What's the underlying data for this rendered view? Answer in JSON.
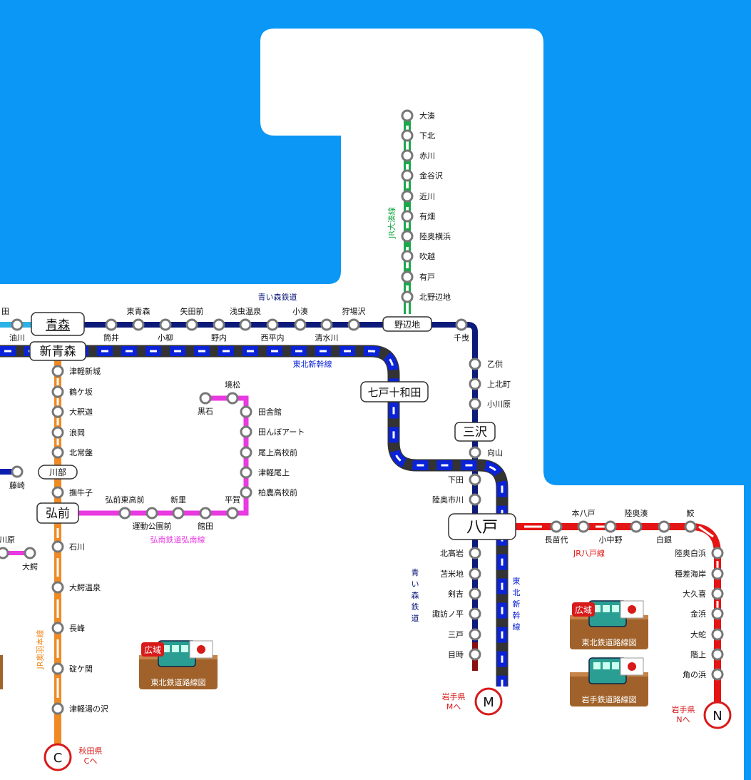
{
  "lines": {
    "ominato": {
      "name": "JR大湊線",
      "color": "#1aa84a"
    },
    "aoimori": {
      "name": "青い森鉄道",
      "name_vertical": "青い森鉄道",
      "color": "#0c1a7a"
    },
    "shinkansen": {
      "name": "東北新幹線",
      "name_vertical": "東北新幹線",
      "color": "#0a22d8"
    },
    "ou": {
      "name": "JR奥羽本線",
      "color": "#f08a24"
    },
    "konan": {
      "name": "弘南鉄道弘南線",
      "color": "#e83ae0"
    },
    "hachinohe": {
      "name": "JR八戸線",
      "color": "#e51414"
    },
    "tsugaru": {
      "color": "#29b3e8"
    },
    "gonou": {
      "color": "#0b1fae"
    }
  },
  "major_stations": {
    "aomori": "青森",
    "shin_aomori": "新青森",
    "hirosaki": "弘前",
    "kawabe": "川部",
    "noheji": "野辺地",
    "towada": "七戸十和田",
    "misawa": "三沢",
    "hachinohe": "八戸"
  },
  "stations": {
    "ominato": [
      "大湊",
      "下北",
      "赤川",
      "金谷沢",
      "近川",
      "有畑",
      "陸奥横浜",
      "吹越",
      "有戸",
      "北野辺地"
    ],
    "aoimori_top": [
      "東青森",
      "矢田前",
      "浅虫温泉",
      "小湊",
      "狩場沢"
    ],
    "aoimori_bottom": [
      "油川",
      "筒井",
      "小柳",
      "野内",
      "西平内",
      "清水川",
      "千曳"
    ],
    "aoimori_south": [
      "乙供",
      "上北町",
      "小川原",
      "向山",
      "下田",
      "陸奥市川"
    ],
    "aoimori_after": [
      "北高岩",
      "苫米地",
      "剣吉",
      "諏訪ノ平",
      "三戸",
      "目時"
    ],
    "ou": [
      "津軽新城",
      "鶴ケ坂",
      "大釈迦",
      "浪岡",
      "北常盤",
      "撫牛子",
      "石川",
      "大鰐温泉",
      "長峰",
      "碇ケ関",
      "津軽湯の沢"
    ],
    "konan_top": [
      "黒石",
      "境松"
    ],
    "konan_right": [
      "田舎館",
      "田んぼアート",
      "尾上高校前",
      "津軽尾上",
      "柏農高校前"
    ],
    "konan_bottom_top": [
      "弘前東高前",
      "新里",
      "平賀"
    ],
    "konan_bottom_bottom": [
      "運動公園前",
      "館田"
    ],
    "hachinohe_top": [
      "本八戸",
      "陸奥湊",
      "鮫"
    ],
    "hachinohe_bottom": [
      "長苗代",
      "小中野",
      "白銀"
    ],
    "hachinohe_south": [
      "陸奥白浜",
      "種差海岸",
      "大久喜",
      "金浜",
      "大蛇",
      "階上",
      "角の浜"
    ],
    "west_edge": [
      "藤崎",
      "川原",
      "大鰐",
      "田"
    ]
  },
  "connectors": {
    "c": {
      "letter": "C",
      "note": "秋田県\nCへ",
      "l1": "秋田県",
      "l2": "Cへ"
    },
    "m": {
      "letter": "M",
      "l1": "岩手県",
      "l2": "Mへ"
    },
    "n": {
      "letter": "N",
      "l1": "岩手県",
      "l2": "Nへ"
    }
  },
  "map_buttons": {
    "tohoku_1": {
      "badge": "広域",
      "label": "東北鉄道路線図"
    },
    "tohoku_2": {
      "badge": "広域",
      "label": "東北鉄道路線図"
    },
    "iwate": {
      "label": "岩手鉄道路線図"
    }
  },
  "colors": {
    "sea": "#0a97f5",
    "land": "#ffffff",
    "station_ring": "#777777"
  }
}
